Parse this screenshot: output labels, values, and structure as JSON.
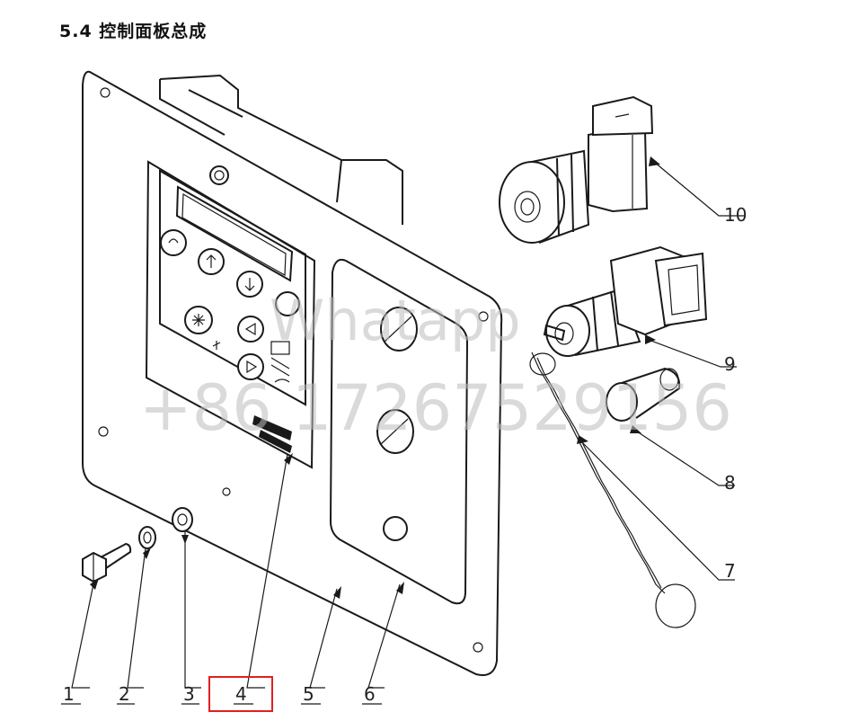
{
  "title": "5.4 控制面板总成",
  "callouts": [
    {
      "id": "1",
      "label": "1"
    },
    {
      "id": "2",
      "label": "2"
    },
    {
      "id": "3",
      "label": "3"
    },
    {
      "id": "4",
      "label": "4",
      "highlighted": true
    },
    {
      "id": "5",
      "label": "5"
    },
    {
      "id": "6",
      "label": "6"
    },
    {
      "id": "7",
      "label": "7"
    },
    {
      "id": "8",
      "label": "8"
    },
    {
      "id": "9",
      "label": "9"
    },
    {
      "id": "10",
      "label": "10"
    }
  ],
  "watermark": {
    "line1": "Whatapp",
    "line2": "+86 17267529156"
  },
  "colors": {
    "line": "#1a1a1a",
    "highlight": "#e02020",
    "watermark": "#bdbdbd"
  }
}
